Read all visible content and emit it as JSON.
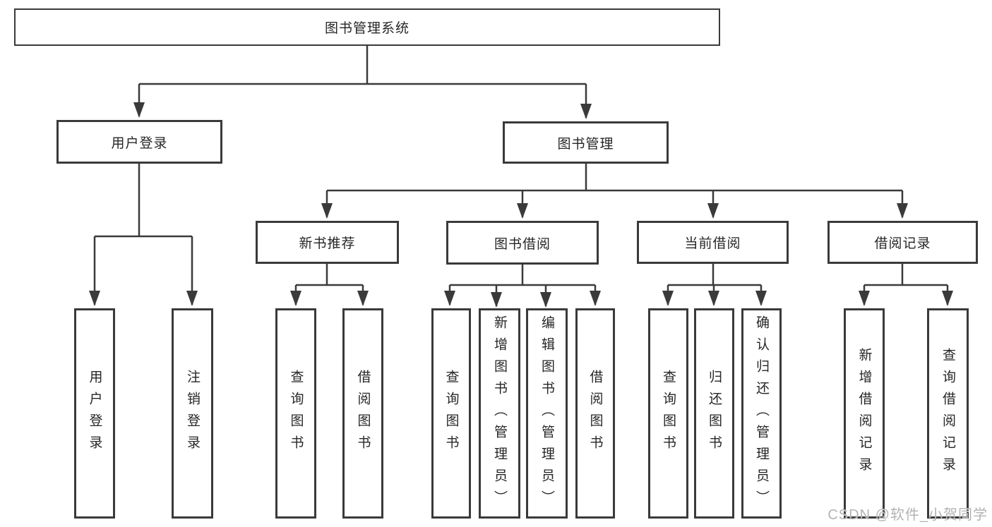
{
  "watermark": "CSDN @软件_小贺同学",
  "colors": {
    "line": "#3a3a3a",
    "text": "#262626",
    "watermark": "#b3b3b3",
    "background": "#ffffff"
  },
  "tree": {
    "label": "图书管理系统",
    "children": [
      {
        "label": "用户登录",
        "children": [
          {
            "label": "用户登录"
          },
          {
            "label": "注销登录"
          }
        ]
      },
      {
        "label": "图书管理",
        "children": [
          {
            "label": "新书推荐",
            "children": [
              {
                "label": "查询图书"
              },
              {
                "label": "借阅图书"
              }
            ]
          },
          {
            "label": "图书借阅",
            "children": [
              {
                "label": "查询图书"
              },
              {
                "label": "新增图书（管理员）"
              },
              {
                "label": "编辑图书（管理员）"
              },
              {
                "label": "借阅图书"
              }
            ]
          },
          {
            "label": "当前借阅",
            "children": [
              {
                "label": "查询图书"
              },
              {
                "label": "归还图书"
              },
              {
                "label": "确认归还（管理员）"
              }
            ]
          },
          {
            "label": "借阅记录",
            "children": [
              {
                "label": "新增借阅记录"
              },
              {
                "label": "查询借阅记录"
              }
            ]
          }
        ]
      }
    ]
  }
}
